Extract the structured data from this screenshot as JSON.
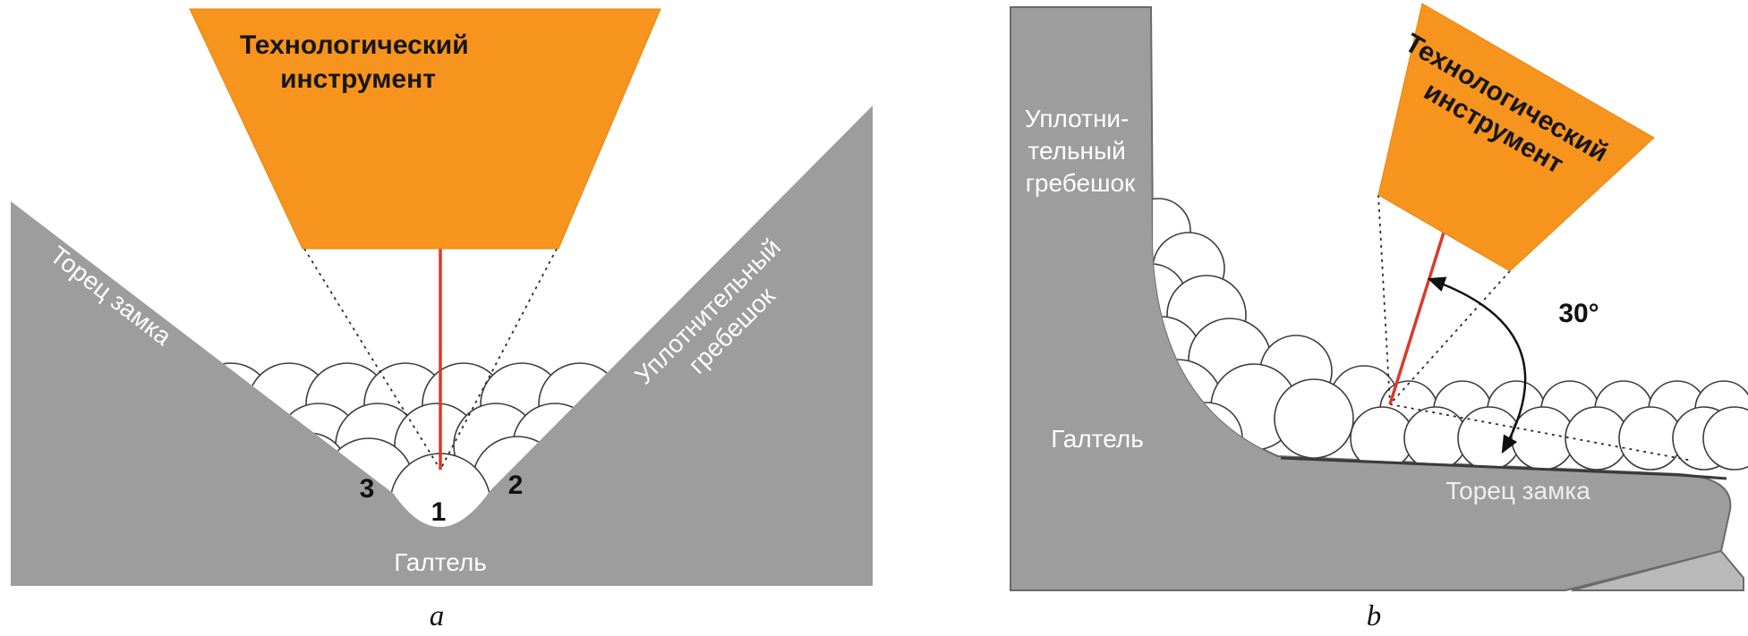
{
  "figure": {
    "panel_a": {
      "caption": "a",
      "tool": {
        "line1": "Технологический",
        "line2": "инструмент"
      },
      "left_slope_label": "Торец замка",
      "right_slope_label": {
        "line1": "Уплотнительный",
        "line2": "гребешок"
      },
      "fillet_label": "Галтель",
      "bead_numbers": [
        "3",
        "1",
        "2"
      ]
    },
    "panel_b": {
      "caption": "b",
      "tool": {
        "line1": "Технологический",
        "line2": "инструмент"
      },
      "wall_label": {
        "line1": "Уплотни-",
        "line2": "тельный",
        "line3": "гребешок"
      },
      "fillet_label": "Галтель",
      "floor_label": "Торец замка",
      "angle_label": "30°"
    },
    "colors": {
      "tool": "#F7941E",
      "metal": "#9D9D9D",
      "beam": "#D93A2B"
    }
  }
}
